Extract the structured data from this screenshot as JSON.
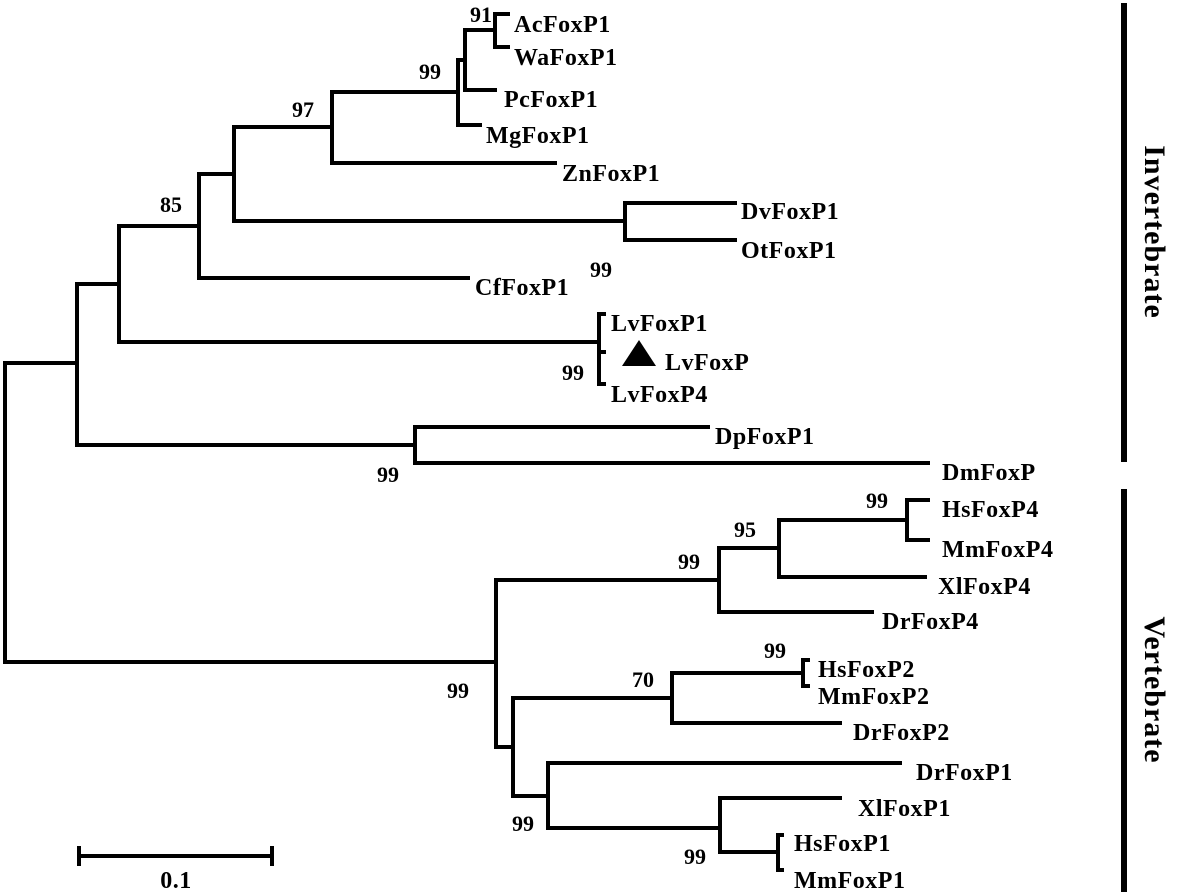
{
  "tree": {
    "taxa": [
      "AcFoxP1",
      "WaFoxP1",
      "PcFoxP1",
      "MgFoxP1",
      "ZnFoxP1",
      "DvFoxP1",
      "OtFoxP1",
      "CfFoxP1",
      "LvFoxP1",
      "LvFoxP",
      "LvFoxP4",
      "DpFoxP1",
      "DmFoxP",
      "HsFoxP4",
      "MmFoxP4",
      "XlFoxP4",
      "DrFoxP4",
      "HsFoxP2",
      "MmFoxP2",
      "DrFoxP2",
      "DrFoxP1",
      "XlFoxP1",
      "HsFoxP1",
      "MmFoxP1"
    ],
    "bootstrap_values": [
      "91",
      "99",
      "97",
      "85",
      "99",
      "99",
      "99",
      "99",
      "95",
      "99",
      "99",
      "99",
      "70",
      "99",
      "99"
    ],
    "highlighted_taxon": "LvFoxP",
    "highlight_marker": "filled-triangle-icon"
  },
  "groups": {
    "invertebrate": "Invertebrate",
    "vertebrate": "Vertebrate"
  },
  "scale_bar": {
    "label": "0.1",
    "value": 0.1
  }
}
